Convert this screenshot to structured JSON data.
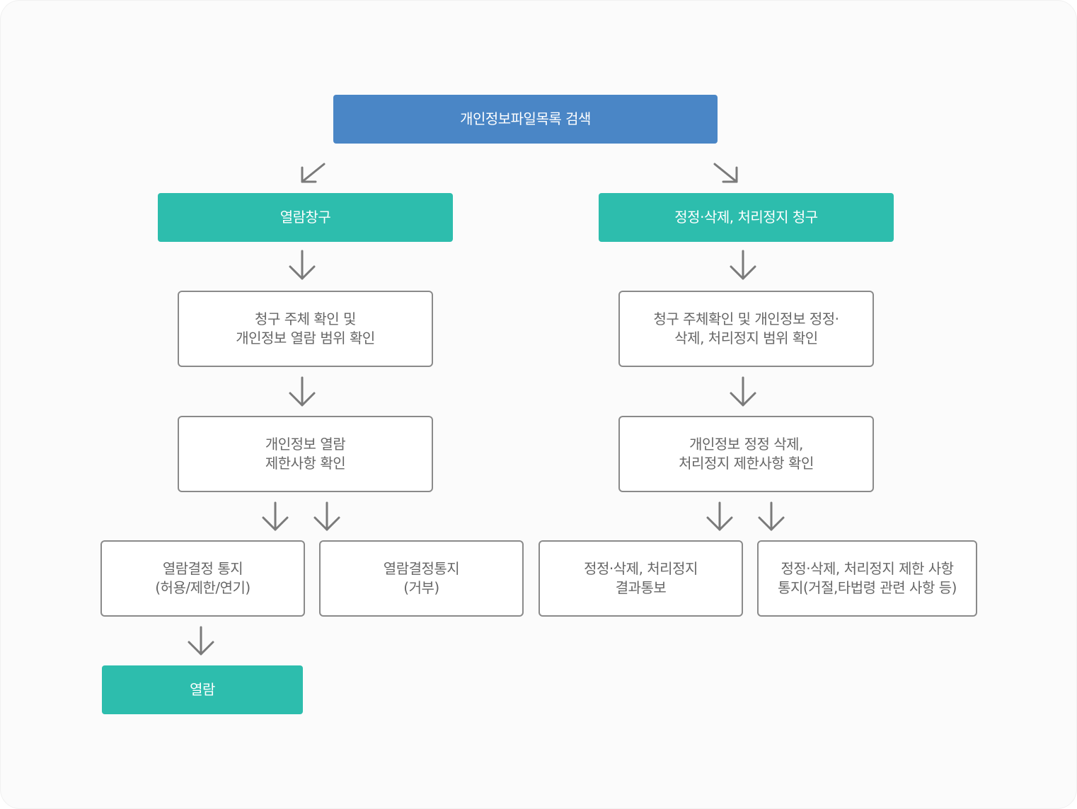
{
  "nodes": {
    "search": "개인정보파일목록 검색",
    "view_request": "열람창구",
    "correction_request": "정정·삭제, 처리정지 청구",
    "view_check_subject": "청구 주체 확인 및\n개인정보 열람 범위 확인",
    "correction_check_subject": "청구 주체확인 및 개인정보 정정·\n삭제, 처리정지 범위 확인",
    "view_check_limits": "개인정보 열람\n제한사항 확인",
    "correction_check_limits": "개인정보 정정 삭제,\n처리정지 제한사항 확인",
    "view_notice_allow": "열람결정 통지\n(허용/제한/연기)",
    "view_notice_deny": "열람결정통지\n(거부)",
    "correction_result": "정정·삭제, 처리정지\n결과통보",
    "correction_limit_notice": "정정·삭제, 처리정지 제한 사항\n통지(거절,타법령 관련 사항 등)",
    "view_final": "열람"
  },
  "colors": {
    "blue": "#4a86c6",
    "teal": "#2dbdad",
    "border_gray": "#8a8a8a",
    "text_gray": "#666666",
    "arrow_gray": "#7a7a7a"
  }
}
